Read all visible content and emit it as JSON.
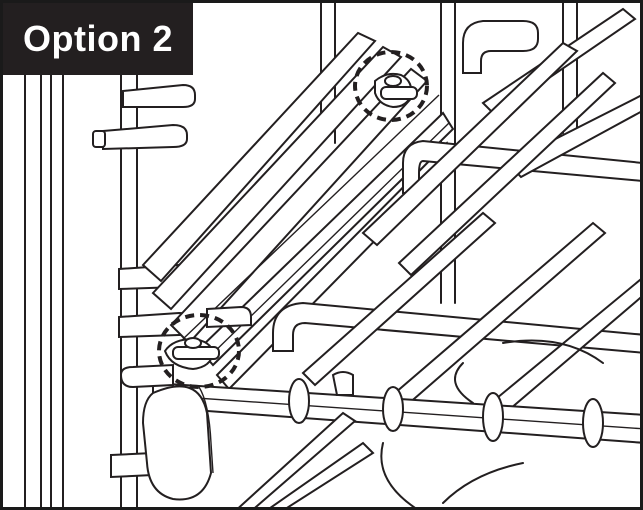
{
  "figure": {
    "label": "Option 2"
  },
  "colors": {
    "ink": "#231f20",
    "background": "#ffffff",
    "label_fill": "#231f20",
    "label_text": "#ffffff"
  },
  "callouts": [
    {
      "name": "upper-clip-highlight",
      "style": "dashed-circle"
    },
    {
      "name": "lower-clip-highlight",
      "style": "dashed-circle"
    }
  ]
}
